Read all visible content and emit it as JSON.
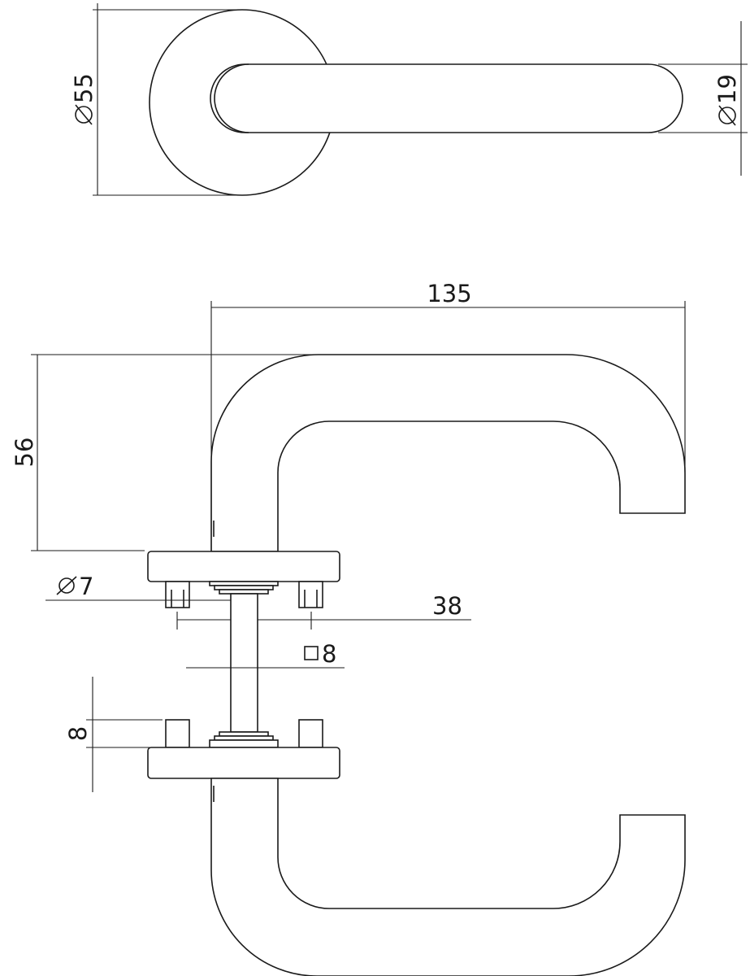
{
  "dimensions": {
    "rose_diameter": "55",
    "lever_diameter": "19",
    "lever_length": "135",
    "lever_height": "56",
    "screw_pin_diameter": "7",
    "screw_spacing": "38",
    "spindle_square": "8",
    "pin_height": "8"
  },
  "symbols": {
    "diameter": "diameter-symbol",
    "square": "square-symbol"
  },
  "colors": {
    "line": "#1a1a1a",
    "background": "#ffffff"
  }
}
